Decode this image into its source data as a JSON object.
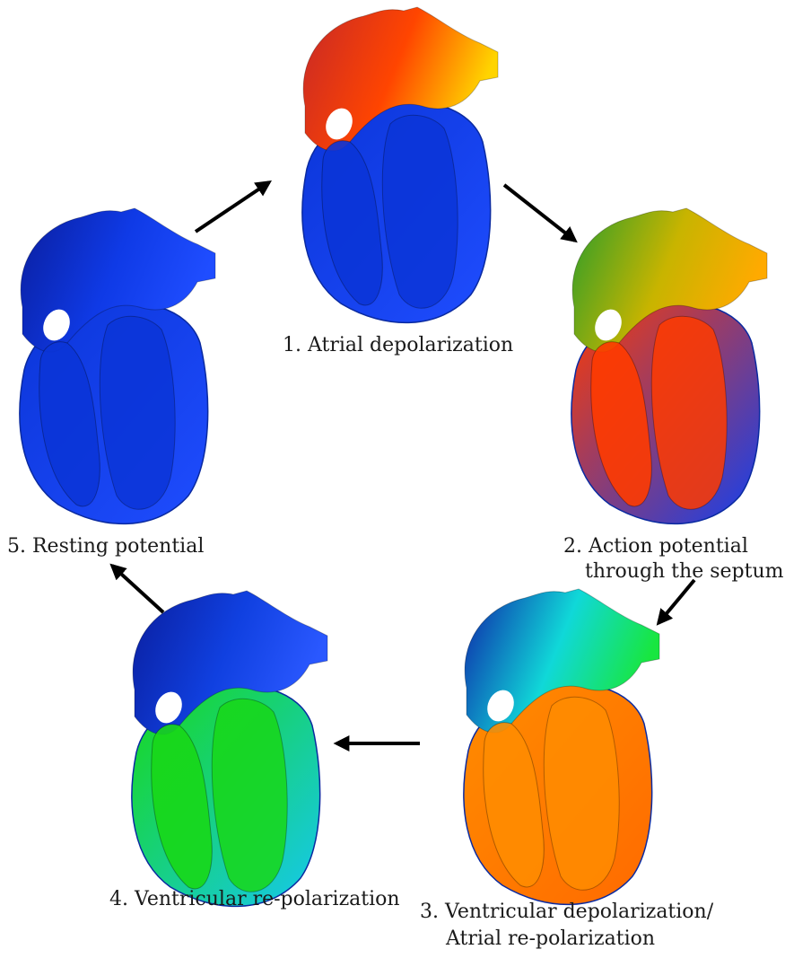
{
  "stages": [
    {
      "id": "atrial-depolarization",
      "lines": [
        "1. Atrial depolarization"
      ],
      "colors": {
        "atria": [
          "#c62828",
          "#ff4500",
          "#ffd400"
        ],
        "ventricles": [
          "#0b35d8",
          "#1f4dff"
        ]
      }
    },
    {
      "id": "action-potential-septum",
      "lines": [
        "2. Action potential",
        "through the septum"
      ],
      "colors": {
        "atria": [
          "#2a9d2a",
          "#c8b400",
          "#ffaa00"
        ],
        "ventricles": [
          "#ff3a00",
          "#1240f0"
        ]
      }
    },
    {
      "id": "ventricular-depolarization",
      "lines": [
        "3. Ventricular depolarization/",
        "Atrial re-polarization"
      ],
      "colors": {
        "atria": [
          "#0d23a8",
          "#10d8d8",
          "#18e640"
        ],
        "ventricles": [
          "#ff8c00",
          "#ff6a00"
        ]
      }
    },
    {
      "id": "ventricular-repolarization",
      "lines": [
        "4. Ventricular re-polarization"
      ],
      "colors": {
        "atria": [
          "#0a1e9e",
          "#1040e0",
          "#2a58ff"
        ],
        "ventricles": [
          "#18d818",
          "#16c8f0"
        ]
      }
    },
    {
      "id": "resting-potential",
      "lines": [
        "5. Resting potential"
      ],
      "colors": {
        "atria": [
          "#0a1e9e",
          "#0f3ae6",
          "#1f4dff"
        ],
        "ventricles": [
          "#0b35d8",
          "#1f4dff"
        ]
      }
    }
  ],
  "arrow_color": "#000000"
}
